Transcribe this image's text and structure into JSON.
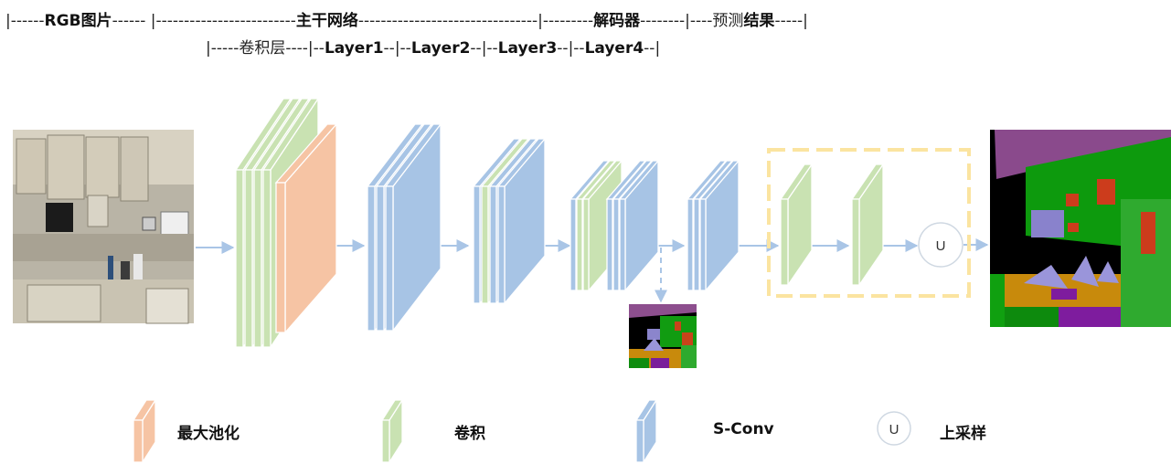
{
  "header": {
    "row1": [
      {
        "text": "|------",
        "bold": false
      },
      {
        "text": "RGB",
        "bold": true
      },
      {
        "text": "图片",
        "bold": true
      },
      {
        "text": "------ |-------------------------",
        "bold": false
      },
      {
        "text": "主干网络",
        "bold": true
      },
      {
        "text": "--------------------------------|---------",
        "bold": false
      },
      {
        "text": "解码器",
        "bold": true
      },
      {
        "text": "--------|----预测",
        "bold": false
      },
      {
        "text": "结果",
        "bold": true
      },
      {
        "text": "-----|",
        "bold": false
      }
    ],
    "row2": [
      {
        "text": "|-----卷积层----|--",
        "bold": false
      },
      {
        "text": "Layer1",
        "bold": true
      },
      {
        "text": "--|--",
        "bold": false
      },
      {
        "text": "Layer2",
        "bold": true
      },
      {
        "text": "--|--",
        "bold": false
      },
      {
        "text": "Layer3",
        "bold": true
      },
      {
        "text": "--|--",
        "bold": false
      },
      {
        "text": "Layer4",
        "bold": true
      },
      {
        "text": "--|",
        "bold": false
      }
    ]
  },
  "upsample_symbol": "U",
  "legend": [
    {
      "kind": "maxpool",
      "label": "最大池化"
    },
    {
      "kind": "conv",
      "label": "卷积"
    },
    {
      "kind": "sconv",
      "label": "S-Conv"
    },
    {
      "kind": "upsample",
      "label": "上采样"
    }
  ],
  "colors": {
    "green": "#c9e2b2",
    "blue": "#a7c4e5",
    "orange": "#f6c4a4",
    "arrow": "#a9c5e6",
    "decoder_box": "#fbe4a0"
  }
}
